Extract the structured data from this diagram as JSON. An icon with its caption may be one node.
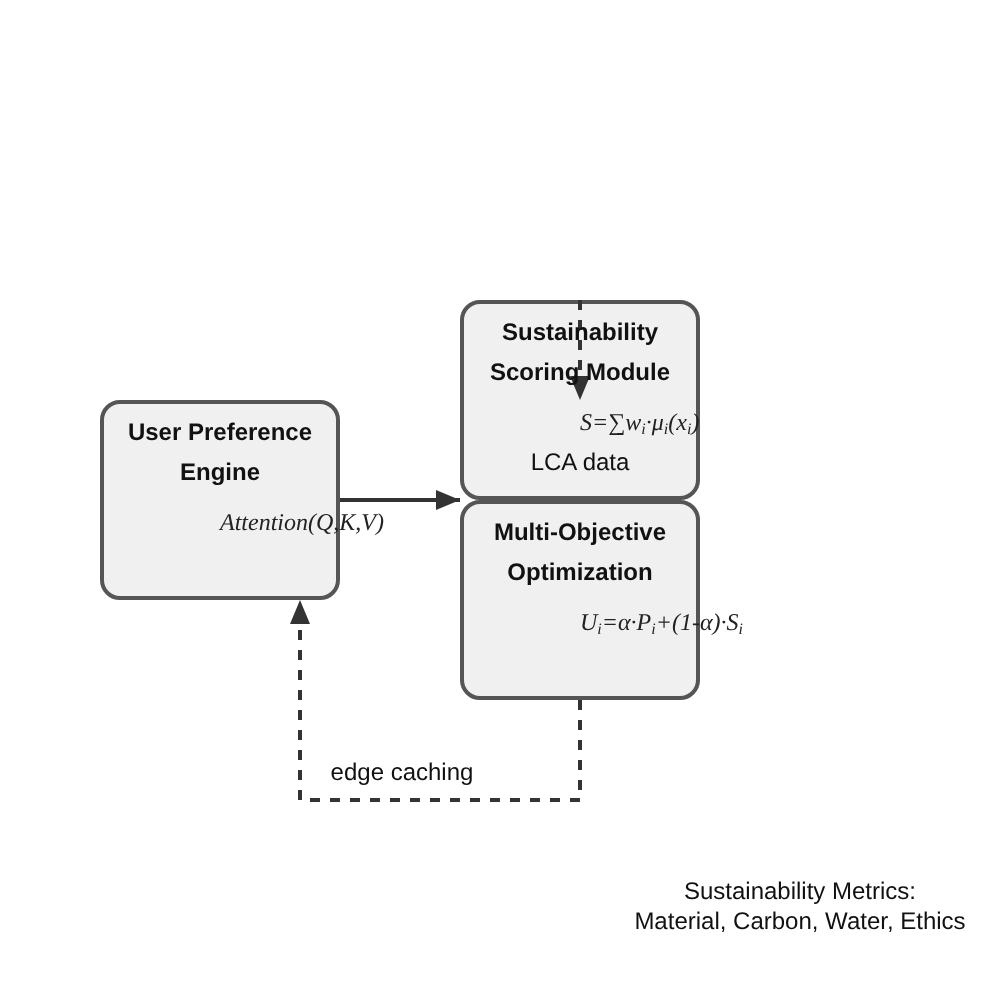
{
  "diagram": {
    "nodes": [
      {
        "text": [
          "User Preference Engine",
          "Attention(Q,K,V)"
        ]
      },
      {
        "text": [
          "Sustainability Scoring Module",
          "S=∑w$_{i}$·μ$_{i}$(x$_{i}$)"
        ]
      },
      {
        "text": [
          "Multi-Objective Optimization",
          "U$_{i}$=α·P$_{i}$+(1-α)·S$_{i}$"
        ]
      }
    ],
    "edges": [
      {
        "from": 0,
        "to": 2,
        "arrow": "to"
      },
      {
        "from": null,
        "to": 1,
        "arrow": "to",
        "style": "dashed",
        "label": "LCA data"
      },
      {
        "from": 2,
        "to": 0,
        "arrow": "to",
        "style": "dashed",
        "label": "edge caching"
      }
    ],
    "labels": [
      "Sustainability Metrics:",
      "Material, Carbon, Water, Ethics"
    ]
  }
}
